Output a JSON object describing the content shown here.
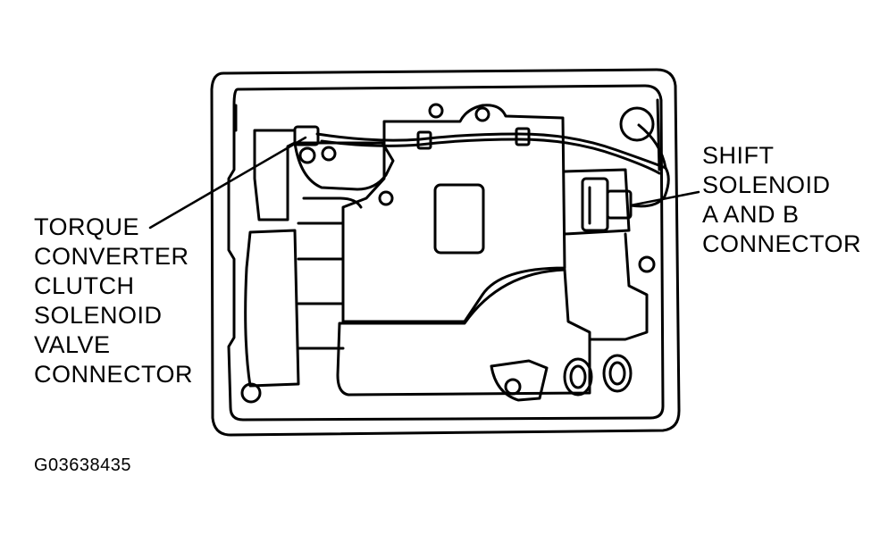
{
  "labels": {
    "tcc": {
      "lines": [
        "TORQUE",
        "CONVERTER",
        "CLUTCH",
        "SOLENOID",
        "VALVE",
        "CONNECTOR"
      ]
    },
    "shift": {
      "lines": [
        "SHIFT",
        "SOLENOID",
        "A AND B",
        "CONNECTOR"
      ]
    }
  },
  "figure_id": "G03638435",
  "colors": {
    "ink": "#000000",
    "paper": "#ffffff"
  }
}
